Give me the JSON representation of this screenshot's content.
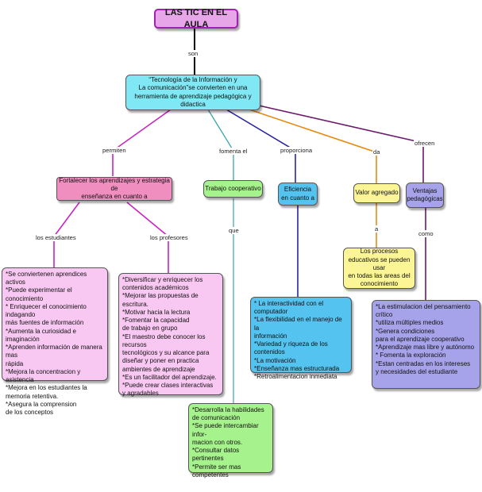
{
  "title": "LAS TIC EN EL AULA",
  "root": [
    "“Tecnología de la Información y",
    "La comunicación”se convierten en una",
    "herramienta de aprendizaje pedagógica y didactica"
  ],
  "links": {
    "son": "son",
    "permiten": "permiten",
    "fomenta": "fomenta el",
    "proporciona": "proporciona",
    "da": "da",
    "ofrecen": "ofrecen",
    "estudiantes": "los estudiantes",
    "profesores": "los profesores",
    "que": "que",
    "a": "a",
    "como": "como"
  },
  "concepts": {
    "fortalecer": [
      "Fortalecer los aprendizajes y estrategia de",
      "enseñanza en cuanto a"
    ],
    "trabajo": "Trabajo cooperativo",
    "eficiencia": [
      "Eficiencia",
      "en cuanto a"
    ],
    "valor": "Valor agregado",
    "ventajas": [
      "Ventajas",
      "pedagógicas"
    ],
    "procesos": [
      "Los procesos",
      "educativos se pueden usar",
      "en todas las areas del",
      "conocimiento"
    ]
  },
  "lists": {
    "estudiantes": [
      "*Se conviertenen aprendices activos",
      "*Puede experimentar el conocimiento",
      "* Enriquecer el conocimiento indagando",
      "más fuentes de información",
      "*Aumenta la curiosidad e imaginación",
      "*Aprenden información de manera mas",
      "rápida",
      "*Mejora la concentracion y asistencia",
      "*Mejora en los estudiantes la",
      "memoria retentiva.",
      "*Asegura la comprension",
      "de los conceptos"
    ],
    "profesores": [
      "*Diversificar y enriquecer los",
      "contenidos académicos",
      "*Mejorar las propuestas de escritura.",
      "*Motivar hacia la lectura",
      "*Fomentar la capacidad",
      "de trabajo en grupo",
      "*El maestro debe conocer los recursos",
      "tecnológicos y su alcance para",
      "diseñar y poner en practica",
      "ambientes de aprendizaje",
      "*Es un facilitador del aprendizaje.",
      "*Puede crear clases interactivas",
      "y agradables"
    ],
    "trabajo": [
      "*Desarrolla la habilidades",
      "de comunicación",
      "*Se puede intercambiar infor-",
      "macion con otros.",
      "*Consultar datos pertinentes",
      "*Permite ser mas competentes"
    ],
    "eficiencia": [
      "* La interactividad con el",
      "computador",
      "*La flexibilidad en el manejo de la",
      "información",
      "*Variedad y riqueza de los contenidos",
      "*La motivación",
      "*Enseñanza mas estructurada",
      "*Retroalimentacion inmediata"
    ],
    "ventajas": [
      "*La estimulacion del pensamiento crítico",
      "*utiliza múltiples medios",
      "*Genera condiciones",
      "para el aprendizaje cooperativo",
      "*Aprendizaje mas libre y autónomo",
      "* Fomenta la exploración",
      "*Estan centradas en los intereses",
      "y necesidades del estudiante"
    ]
  },
  "colors": {
    "title_fill": "#e7a6e8",
    "title_border": "#a020b0",
    "root_fill": "#7fe8f4",
    "pink_fill": "#f08fbf",
    "lightpink_fill": "#f9c8f2",
    "green_fill": "#a6f28c",
    "blue_fill": "#55c3ef",
    "yellow_fill": "#fbf596",
    "purple_fill": "#a7a3ea",
    "line_son": "#000000",
    "line_permiten": "#c825c0",
    "line_fomenta": "#3aa6a6",
    "line_proporciona": "#2a24a3",
    "line_da": "#e88a12",
    "line_ofrecen": "#6b1a6b"
  }
}
